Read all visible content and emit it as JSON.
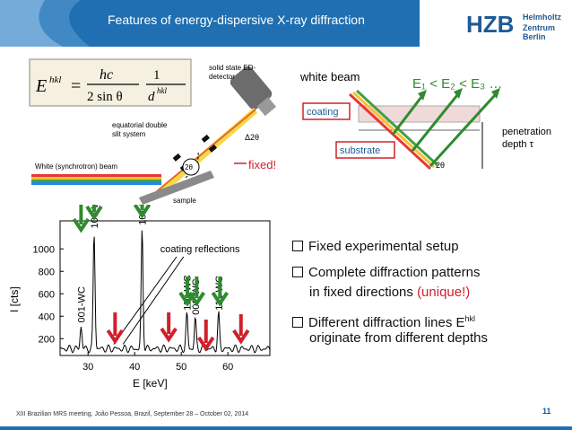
{
  "header": {
    "title": "Features of energy-dispersive X-ray diffraction",
    "logo_main": "HZB",
    "logo_line1": "Helmholtz",
    "logo_line2": "Zentrum Berlin"
  },
  "diagram_left": {
    "formula_lhs": "E",
    "formula_sup": "hkl",
    "formula_num": "hc",
    "formula_den": "2 sin θ",
    "formula_num2": "1",
    "formula_den2": "d",
    "detector_label_1": "solid state ED-",
    "detector_label_2": "detector",
    "slit_label_1": "equatorial double",
    "slit_label_2": "slit system",
    "delta_label": "Δ2θ",
    "beam_label": "White (synchrotron) beam",
    "angle_label": "2θ",
    "fixed_label": "fixed!",
    "sample_label": "sample"
  },
  "diagram_right": {
    "white_beam": "white beam",
    "energy_order": "E₁ < E₂ < E₃ …",
    "coating": "coating",
    "substrate": "substrate",
    "penetration_1": "penetration",
    "penetration_2": "depth τ",
    "angle": "2θ"
  },
  "chart_data": {
    "type": "line",
    "xlabel": "E [keV]",
    "ylabel": "I [cts]",
    "x_ticks": [
      30,
      40,
      50,
      60
    ],
    "y_ticks": [
      200,
      400,
      600,
      800,
      1000
    ],
    "xlim": [
      24,
      69
    ],
    "ylim": [
      50,
      1250
    ],
    "annotation": "coating reflections",
    "peak_labels": [
      "001-WC",
      "100-WC",
      "101-WC",
      "110-WC",
      "002-WC",
      "111-WC"
    ],
    "peaks": [
      {
        "x": 28.5,
        "y": 310
      },
      {
        "x": 31.3,
        "y": 1150
      },
      {
        "x": 41.6,
        "y": 1180
      },
      {
        "x": 51.2,
        "y": 420
      },
      {
        "x": 53.0,
        "y": 380
      },
      {
        "x": 58.0,
        "y": 420
      }
    ],
    "colors": {
      "green_arrow": "#2e8b2e",
      "red_arrow": "#d0202a"
    }
  },
  "bullets": [
    {
      "text": "Fixed experimental setup"
    },
    {
      "text": "Complete diffraction patterns",
      "line2": "in fixed directions ",
      "line2_red": "(unique!)"
    },
    {
      "text": "Different diffraction lines E",
      "sup": "hkl",
      "line2": "originate from different depths"
    }
  ],
  "footer": {
    "text": "XIII Brazilian MRS meeting, João Pessoa, Brazil, September 28 – October 02, 2014",
    "page": "11"
  }
}
